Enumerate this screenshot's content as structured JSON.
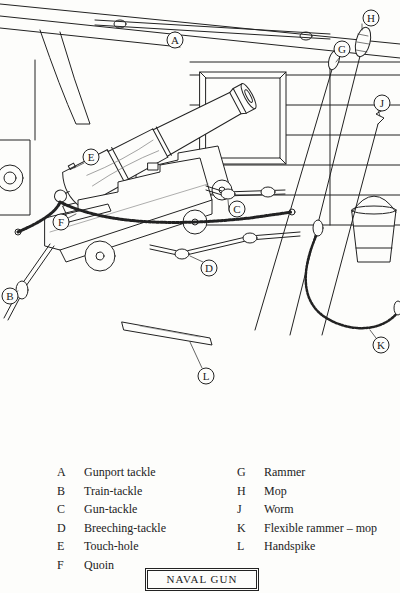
{
  "diagram": {
    "title": "NAVAL GUN",
    "nodes": [
      {
        "text": [
          "H"
        ]
      },
      {
        "text": [
          "A"
        ]
      },
      {
        "text": [
          "G"
        ]
      },
      {
        "text": [
          "J"
        ]
      },
      {
        "text": [
          "E"
        ]
      },
      {
        "text": [
          "C"
        ]
      },
      {
        "text": [
          "F"
        ]
      },
      {
        "text": [
          "D"
        ]
      },
      {
        "text": [
          "B"
        ]
      },
      {
        "text": [
          "K"
        ]
      },
      {
        "text": [
          "L"
        ]
      }
    ],
    "labels": [
      "A",
      "Gunport tackle",
      "B",
      "Train-tackle",
      "C",
      "Gun-tackle",
      "D",
      "Breeching-tackle",
      "E",
      "Touch-hole",
      "F",
      "Quoin",
      "G",
      "Rammer",
      "H",
      "Mop",
      "J",
      "Worm",
      "K",
      "Flexible rammer – mop",
      "L",
      "Handspike"
    ]
  }
}
